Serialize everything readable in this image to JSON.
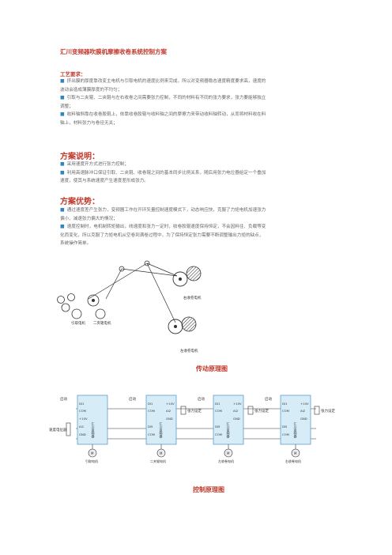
{
  "title": "汇川变频器吹膜机摩擦收卷系统控制方案",
  "process_heading": "工艺要求：",
  "process": [
    {
      "l1": "挤出膜的厚度靠改变主电机与引取电机的速度比例来完成，所以对变频器稳态速度精度要求高，速度的",
      "l2": "波动会造成薄膜厚度的不均匀；"
    },
    {
      "l1": "引取与二夹辊、二夹辊与左右收卷之间需要张力控制，不同的材料有不同的张力要求，张力要能够独立",
      "l2": "调整；"
    },
    {
      "l1": "收料轴斜靠在收卷胶辊上，依靠收卷胶辊与收料轴之间的摩擦力来带动收料轴转动，从而将材料收在料",
      "l2": "轴上，材料张力与卷径无关；"
    }
  ],
  "scheme_heading": "方案说明：",
  "scheme": [
    {
      "l1": "采用速度开方式进行张力控制；",
      "l2": ""
    },
    {
      "l1": "利用高速脉冲口保证引取、二夹辊、收卷辊之间的基本同步比例关系，随后用张力电位器给定一个叠加",
      "l2": "速度，使其与系统速度产生速度差形成张力。"
    }
  ],
  "advantage_heading": "方案优势：",
  "advantages": [
    {
      "l1": "通过速度差产生张力，变频器工作在开环矢量控制速度模式下，动态响应快，克服了力矩电机加速张力",
      "l2": "偏小、减速张力偏大的情况；"
    },
    {
      "l1": "速度控制时，电机制转矩输出，线速度和张力一定时，收卷胶辊速度保持恒定，不会因料往、负载等变",
      "l2": "化而变化，所以克服了力矩电机从空卷到满卷过程中，为了保持恒定张力需要不断调整输出力矩的缺点，",
      "l3": "系统操作简单。"
    }
  ],
  "transmission": {
    "caption": "传动原理图",
    "labels": {
      "right_winder": "右收卷电机",
      "left_winder": "左收卷电机",
      "pull_motor": "引取电机",
      "second_nip": "二夹辊电机"
    }
  },
  "control": {
    "caption": "控制原理图",
    "speed_pot": "速度电位器",
    "start": "启动",
    "tension_set": "张力设定",
    "terminals_left": [
      "DI1",
      "COM",
      "+10V",
      "AI1",
      "GND"
    ],
    "terminals_left_b": [
      "DI1",
      "COM",
      "DI5",
      "COM"
    ],
    "terminals_right": [
      "+10V",
      "AI2",
      "GND"
    ],
    "drive_text": "汇川变频器",
    "motor_letter": "M",
    "motor_labels": [
      "引取电机",
      "二夹辊电机",
      "左收卷电机",
      "右收卷电机"
    ]
  }
}
